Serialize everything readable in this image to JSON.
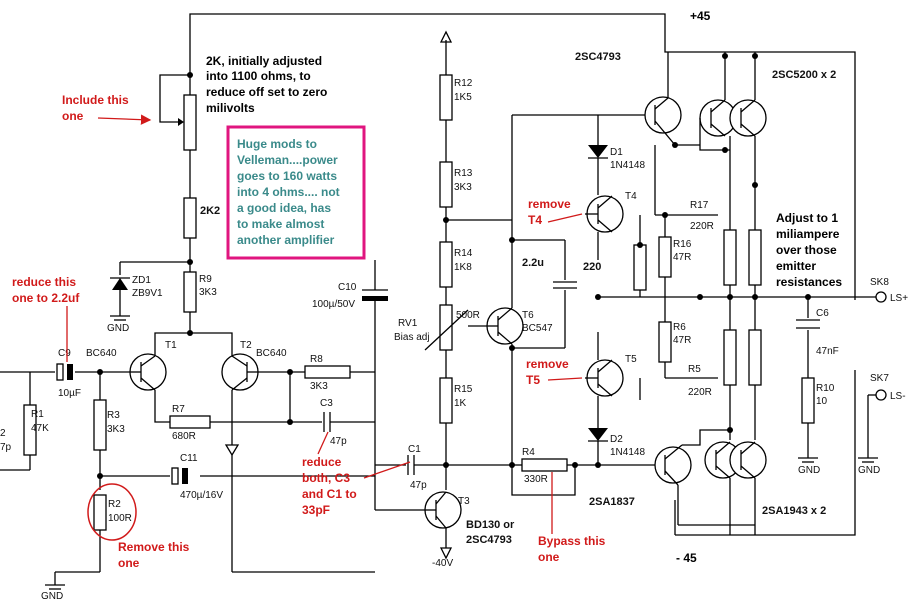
{
  "rails": {
    "pos": "+45",
    "neg": "- 45"
  },
  "components": {
    "R12": [
      "R12",
      "1K5"
    ],
    "R13": [
      "R13",
      "3K3"
    ],
    "R14": [
      "R14",
      "1K8"
    ],
    "R15": [
      "R15",
      "1K"
    ],
    "RV1": [
      "RV1",
      "Bias adj",
      "500R"
    ],
    "R9": [
      "R9",
      "3K3"
    ],
    "R1": [
      "R1",
      "47K"
    ],
    "R3": [
      "R3",
      "3K3"
    ],
    "R2": [
      "R2",
      "100R"
    ],
    "R7": [
      "R7",
      "680R"
    ],
    "R8": [
      "R8",
      "3K3"
    ],
    "R4": [
      "R4",
      "330R"
    ],
    "R16": [
      "R16",
      "47R"
    ],
    "R17": [
      "R17",
      "220R"
    ],
    "R6": [
      "R6",
      "47R"
    ],
    "R5": [
      "R5",
      "220R"
    ],
    "R10": [
      "R10",
      "10"
    ],
    "ZD1": [
      "ZD1",
      "ZB9V1"
    ],
    "C9": [
      "C9",
      "10µF"
    ],
    "C11": [
      "C11",
      "470µ/16V"
    ],
    "C10": [
      "C10",
      "100µ/50V"
    ],
    "C3": [
      "C3",
      "47p"
    ],
    "C1": [
      "C1",
      "47p"
    ],
    "C6": [
      "C6",
      "47nF"
    ],
    "C2_partial": [
      "2",
      "7p"
    ],
    "D1": [
      "D1",
      "1N4148"
    ],
    "D2": [
      "D2",
      "1N4148"
    ],
    "T1": "T1",
    "T2": "T2",
    "T3": "T3",
    "T4": "T4",
    "T5": "T5",
    "T6": "T6",
    "T1_type": "BC640",
    "T2_type": "BC640",
    "T6_type": "BC547",
    "T3_type": [
      "BD130 or",
      "2SC4793"
    ],
    "upper_driver": "2SC4793",
    "lower_driver": "2SA1837",
    "upper_output": "2SC5200 x 2",
    "lower_output": "2SA1943 x 2",
    "pot_2k2": "2K2",
    "cap_2u2": "2.2u",
    "res_220": "220",
    "rail_40": "-40V",
    "SK8": "SK8",
    "SK7": "SK7",
    "LSplus": "LS+",
    "LSminus": "LS-",
    "gnd": "GND"
  },
  "annotations": {
    "pot_note": [
      "2K, initially adjusted",
      "into 1100 ohms, to",
      "reduce off set to zero",
      "milivolts"
    ],
    "include": [
      "Include this",
      "one"
    ],
    "huge_mods": [
      "Huge mods to",
      "Velleman....power",
      "goes to 160 watts",
      "into 4 ohms.... not",
      "a good idea, has",
      "to make almost",
      "another amplifier"
    ],
    "reduce_c9": [
      "reduce this",
      "one to 2.2uf"
    ],
    "remove_t4": [
      "remove",
      "T4"
    ],
    "remove_t5": [
      "remove",
      "T5"
    ],
    "adjust": [
      "Adjust to 1",
      "miliampere",
      "over those",
      "emitter",
      "resistances"
    ],
    "reduce_c3": [
      "reduce",
      "both, C3",
      "and C1 to",
      "33pF"
    ],
    "remove_r2": [
      "Remove this",
      "one"
    ],
    "bypass": [
      "Bypass this",
      "one"
    ]
  },
  "colors": {
    "red": "#d11a1a",
    "magenta": "#e0157f",
    "teal": "#3a8a8a",
    "ink": "#000000"
  }
}
